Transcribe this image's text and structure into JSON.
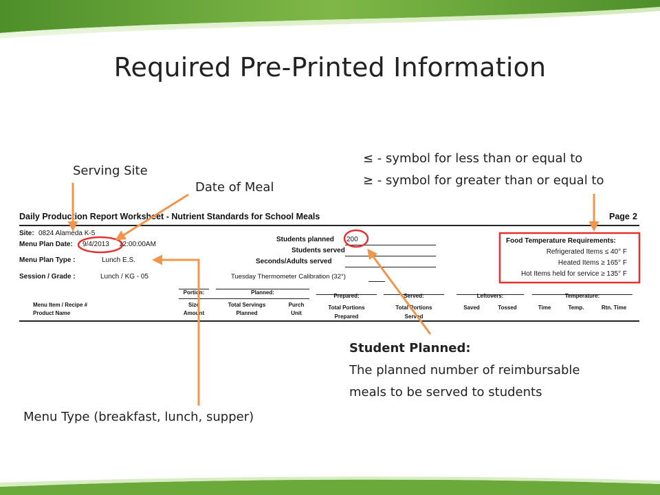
{
  "slide": {
    "title": "Required Pre-Printed Information"
  },
  "callouts": {
    "serving_site": "Serving Site",
    "date_of_meal": "Date of Meal",
    "le_symbol": "≤ - symbol for less than or equal to",
    "ge_symbol": "≥ - symbol for greater than or equal to",
    "student_planned_heading": "Student Planned:",
    "student_planned_line1": "The planned number of reimbursable",
    "student_planned_line2": "meals to be served to students",
    "menu_type": "Menu Type (breakfast, lunch, supper)"
  },
  "worksheet": {
    "title": "Daily Production Report Worksheet - Nutrient Standards for School Meals",
    "page_label": "Page",
    "page_number": "2",
    "site_label": "Site:",
    "site_value": "0824 Alameda K-5",
    "menu_plan_date_label": "Menu Plan Date:",
    "menu_plan_date_value": "9/4/2013",
    "menu_plan_time": "12:00:00AM",
    "menu_plan_type_label": "Menu Plan Type :",
    "menu_plan_type_value": "Lunch E.S.",
    "session_grade_label": "Session / Grade :",
    "session_grade_value": "Lunch / KG - 05",
    "students_planned_label": "Students planned",
    "students_planned_value": "200",
    "students_served_label": "Students served",
    "seconds_adults_label": "Seconds/Adults served",
    "thermometer_text": "Tuesday Thermometer Calibration (32°)",
    "temp_requirements": {
      "title": "Food Temperature Requirements:",
      "refrigerated": "Refrigerated Items ≤ 40° F",
      "heated": "Heated Items ≥ 165° F",
      "hot_held": "Hot Items held for service ≥ 135° F"
    },
    "columns": {
      "menu_item": "Menu Item / Recipe  #",
      "product_name": "Product Name",
      "portion": "Portion:",
      "size": "Size",
      "amount": "Amount",
      "planned": "Planned:",
      "total_servings": "Total Servings",
      "planned_sub": "Planned",
      "purch": "Purch",
      "unit": "Unit",
      "prepared": "Prepared:",
      "total_portions_prep": "Total Portions",
      "prepared_sub": "Prepared",
      "served": "Served:",
      "total_portions_served": "Total Portions",
      "served_sub": "Served",
      "leftovers": "Leftovers:",
      "saved": "Saved",
      "tossed": "Tossed",
      "temperature": "Temperature:",
      "time": "Time",
      "temp": "Temp.",
      "rtn_time": "Rtn. Time"
    }
  },
  "colors": {
    "arrow": "#f0954a",
    "highlight_box": "#e53030",
    "banner_green": "#5a9a2e",
    "banner_light": "#a9d17a"
  }
}
